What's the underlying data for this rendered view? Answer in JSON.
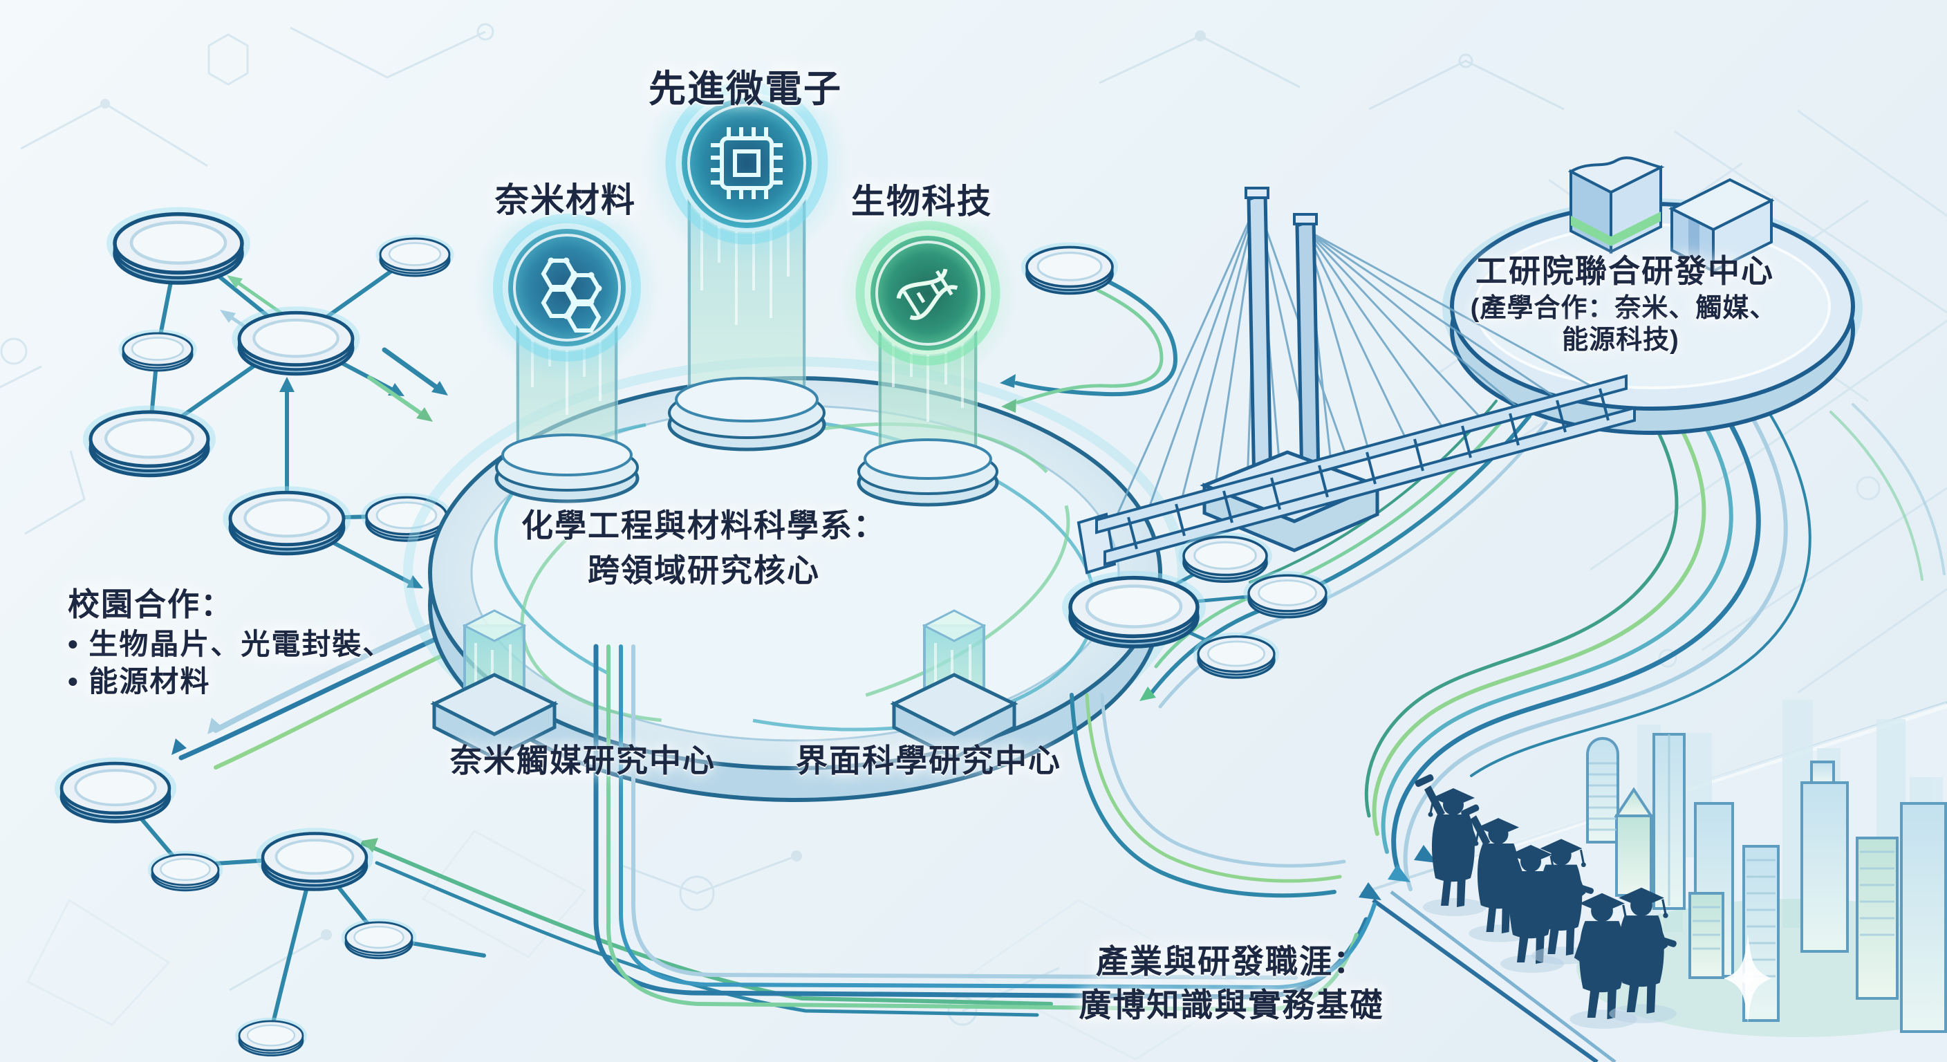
{
  "diagram": {
    "pillars": {
      "microelectronics": "先進微電子",
      "nano_materials": "奈米材料",
      "biotechnology": "生物科技"
    },
    "core": {
      "line1": "化學工程與材料科學系：",
      "line2": "跨領域研究核心"
    },
    "itri": {
      "title": "工研院聯合研發中心",
      "sub_line1": "(產學合作：奈米、觸媒、",
      "sub_line2": "能源科技)"
    },
    "campus": {
      "title": "校園合作：",
      "bullet": "•",
      "item1": "生物晶片、光電封裝、",
      "item2": "能源材料"
    },
    "centers": {
      "nano_catalyst": "奈米觸媒研究中心",
      "interface_science": "界面科學研究中心"
    },
    "career": {
      "line1": "產業與研發職涯：",
      "line2": "廣博知識與實務基礎"
    }
  },
  "icons": {
    "chip": "chip-icon",
    "molecule": "molecule-icon",
    "dna": "dna-icon",
    "building": "building-icon",
    "bridge": "bridge-icon",
    "graduates": "graduate-figures",
    "city": "city-skyline-icon",
    "sparkle": "sparkle-icon",
    "network_node": "network-node-icon"
  },
  "colors": {
    "ink": "#1c2742",
    "outline": "#1d5e8f",
    "teal": "#2e86a8",
    "blue": "#2a7ca6",
    "green": "#6cc08d",
    "light_green": "#8fd48f",
    "pale_blue": "#aacfe2",
    "glow_teal": "#35b8d4",
    "glow_green": "#58d08a",
    "platform_fill": "#d9eaf3",
    "background": "#edf4f8"
  }
}
